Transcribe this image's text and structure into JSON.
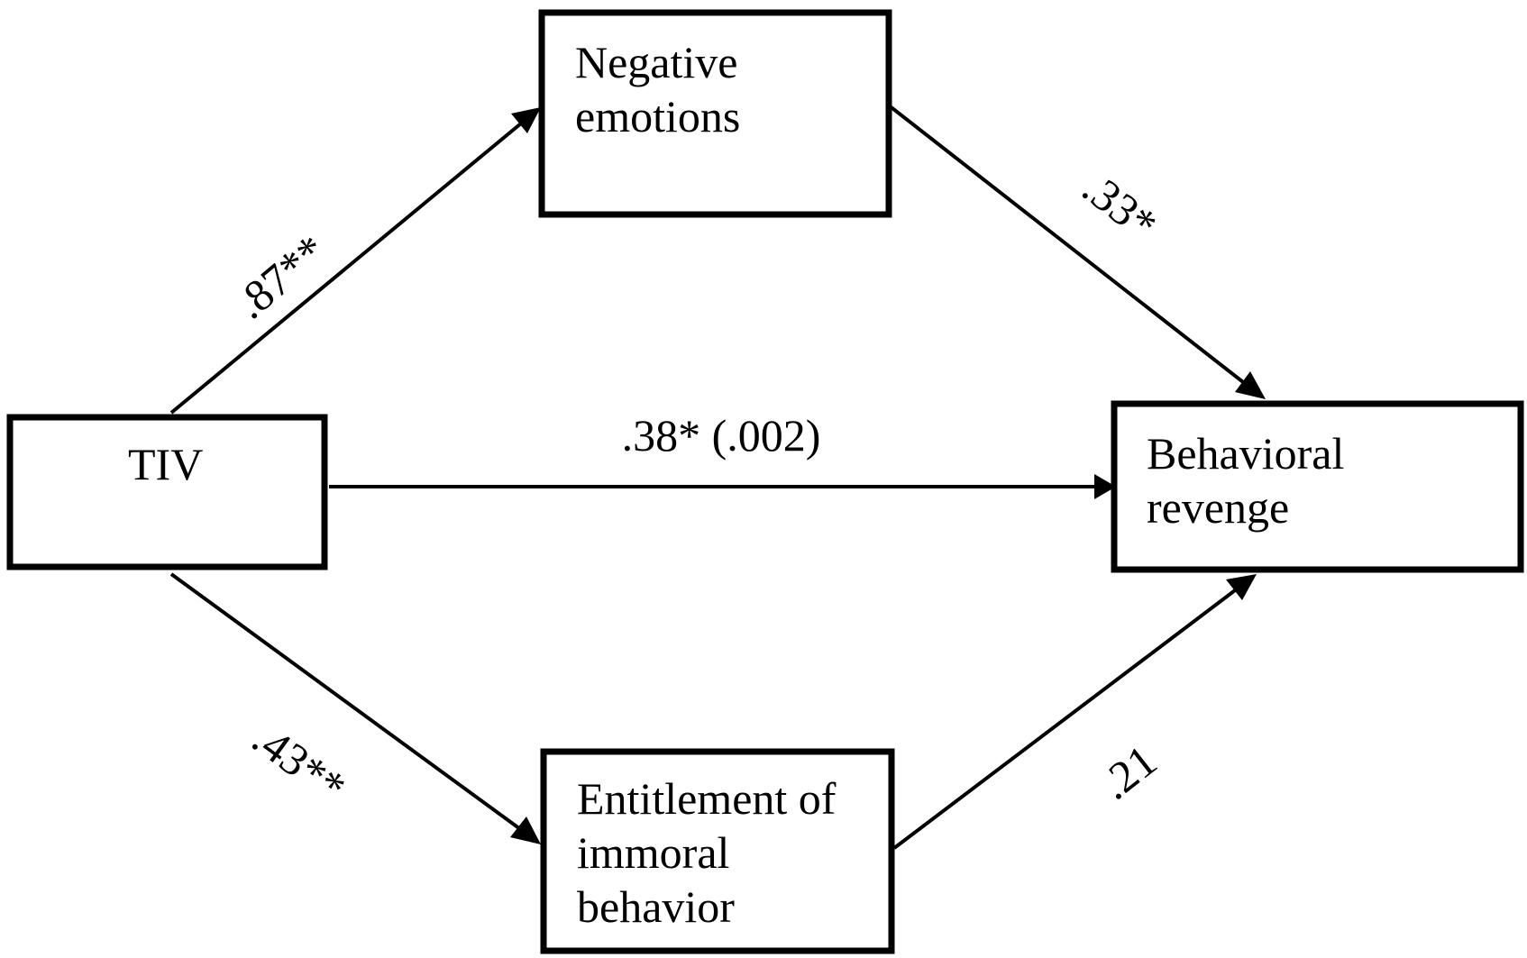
{
  "nodes": {
    "tiv": {
      "lines": [
        "TIV"
      ]
    },
    "negative_emotions": {
      "lines": [
        "Negative",
        "emotions"
      ]
    },
    "behavioral_revenge": {
      "lines": [
        "Behavioral",
        "revenge"
      ]
    },
    "entitlement": {
      "lines": [
        "Entitlement of",
        "immoral",
        "behavior"
      ]
    }
  },
  "edges": {
    "tiv_to_negative": {
      "from": "TIV",
      "to": "Negative emotions",
      "label": ".87**"
    },
    "negative_to_revenge": {
      "from": "Negative emotions",
      "to": "Behavioral revenge",
      "label": ".33*"
    },
    "tiv_to_revenge": {
      "from": "TIV",
      "to": "Behavioral revenge",
      "label": ".38* (.002)"
    },
    "tiv_to_entitlement": {
      "from": "TIV",
      "to": "Entitlement of immoral behavior",
      "label": ".43**"
    },
    "entitlement_to_revenge": {
      "from": "Entitlement of immoral behavior",
      "to": "Behavioral revenge",
      "label": ".21"
    }
  },
  "colors": {
    "stroke": "#000000",
    "background": "#ffffff"
  }
}
